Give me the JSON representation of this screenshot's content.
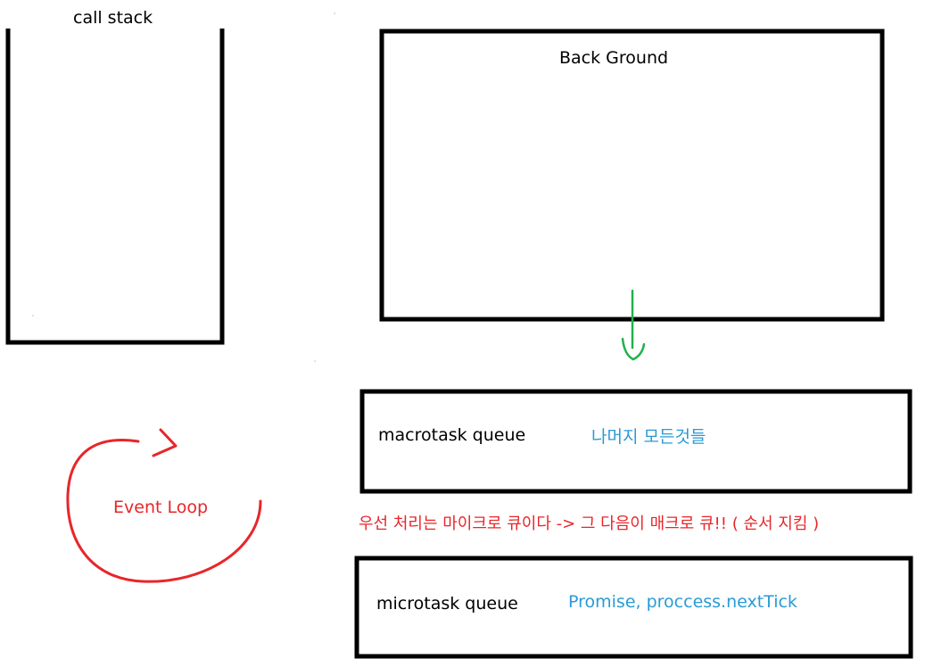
{
  "call_stack": {
    "label": "call stack"
  },
  "background": {
    "label": "Back Ground"
  },
  "macrotask": {
    "label": "macrotask queue",
    "note": "나머지 모든것들"
  },
  "priority_note": "우선 처리는 마이크로 큐이다 -> 그 다음이 매크로 큐!! ( 순서 지킴 )",
  "microtask": {
    "label": "microtask queue",
    "note": "Promise, proccess.nextTick"
  },
  "event_loop": {
    "label": "Event Loop"
  },
  "colors": {
    "outline": "#000000",
    "event_loop": "#e8262a",
    "note": "#2a9ad6",
    "arrow": "#22b14c"
  }
}
